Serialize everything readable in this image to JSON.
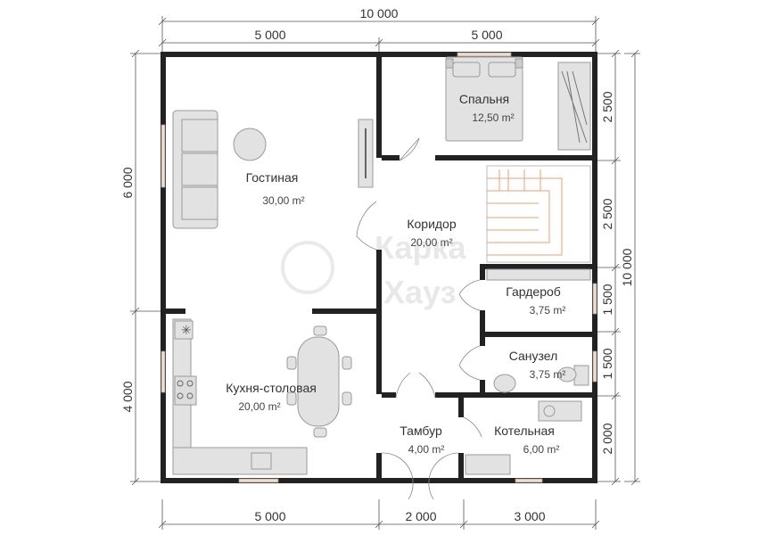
{
  "dimensions": {
    "top_total": "10 000",
    "top_left": "5 000",
    "top_right": "5 000",
    "bottom_1": "5 000",
    "bottom_2": "2 000",
    "bottom_3": "3 000",
    "left_top": "6 000",
    "left_bottom": "4 000",
    "right_1": "2 500",
    "right_2": "2 500",
    "right_3": "1 500",
    "right_4": "1 500",
    "right_5": "2 000",
    "right_total": "10 000"
  },
  "rooms": {
    "bedroom": {
      "name": "Спальня",
      "area": "12,50 m²"
    },
    "living": {
      "name": "Гостиная",
      "area": "30,00 m²"
    },
    "corridor": {
      "name": "Коридор",
      "area": "20,00 m²"
    },
    "wardrobe": {
      "name": "Гардероб",
      "area": "3,75 m²"
    },
    "bathroom": {
      "name": "Санузел",
      "area": "3,75 m²"
    },
    "kitchen": {
      "name": "Кухня-столовая",
      "area": "20,00 m²"
    },
    "vestibule": {
      "name": "Тамбур",
      "area": "4,00 m²"
    },
    "boiler": {
      "name": "Котельная",
      "area": "6,00 m²"
    }
  },
  "watermark": {
    "line1": "Карка",
    "line2": "Хауз"
  },
  "colors": {
    "wall": "#222222",
    "furniture": "#e2e2e2",
    "furniture_stroke": "#9a9a9a",
    "window": "#f3dcc8",
    "stairs": "#e8a070"
  }
}
